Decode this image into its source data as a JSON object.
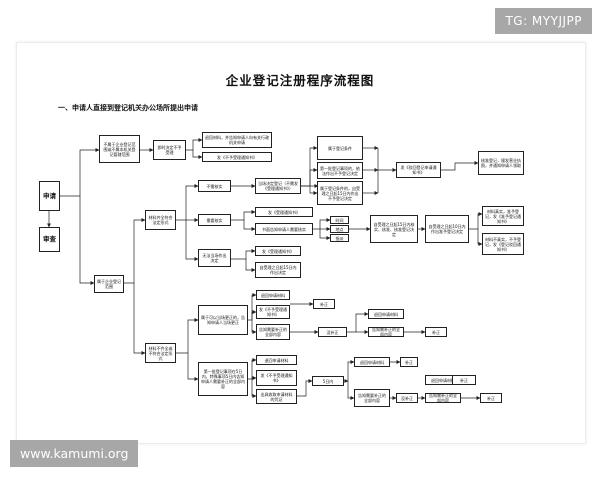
{
  "title": "企业登记注册程序流程图",
  "section_heading": "一、申请人直接到登记机关办公场所提出申请",
  "watermarks": {
    "top_right": "TG: MYYJJPP",
    "bottom_left": "www.kamumi.org"
  },
  "colors": {
    "line": "#222222",
    "watermark_bg": "#a7a7a7",
    "watermark_text": "#ffffff"
  },
  "nodes": {
    "apply": "申请",
    "review": "审查",
    "not_in_scope": "不属于企业登记范围或不属本机关登记管辖范围",
    "no_accept_decision": "即时决定不予受理",
    "return_and_notify": "退回材料，并告知申请人向有关行政机关申请",
    "issue_no_accept": "发《不予受理通知书》",
    "in_scope": "属于企业登记范围",
    "complete_docs": "材料齐全符合法定形式",
    "no_verify": "不需核实",
    "on_spot_decision": "当场决定登记（不需发《受理通知书》）",
    "need_verify": "需要核实",
    "issue_accept": "发《受理通知书》",
    "notify_verify": "书面告知申请人需要核实",
    "verify_time": "时间",
    "verify_place": "地点",
    "verify_person": "指派",
    "approve_after_15": "自受理之日起15日内核实、核准、核准登记决定",
    "cannot_on_spot": "无法当场作出决定",
    "issue_accept_2": "发《受理通知书》",
    "decide_15": "自受理之日起15日内作出决定",
    "meets_conditions": "属于登记条件",
    "not_meets_conditions": "第一批登记事项的，依法作出不予登记决定",
    "not_registered": "属于登记条件的，自受理之日起15日内作出不予登记决定",
    "issue_denial": "发《驳回登记申请通知书》",
    "within_10": "自受理之日起10日内作出准予登记决定",
    "issue_license": "发营业执照",
    "license_right": "核准登记，颁发营业执照，并通知申请人领取",
    "review_appeal": "材料真实，准予登记，发《准予登记通知书》",
    "denial_right": "材料不真实，不予登记，发《登记驳回通知书》",
    "incomplete_docs": "材料不齐全或不符合法定形式",
    "correctable": "属于可以当场更正的，告知申请人当场更正",
    "return_docs": "退回申请材料",
    "issue_no_accept_2": "发《不予受理通知书》",
    "supplement": "补正",
    "fix_docs": "告知需要补正的全部内容",
    "not_fixed": "没补正",
    "return_docs_2": "退回申请材料",
    "supplement_2": "补正",
    "supplement_content": "告知需补正的全部内容",
    "supplement_3": "补正",
    "return_after_5": "第一批登记事项在5日内，特殊事项5日内告知申请人需要补正的全部内容",
    "return_materials_a": "退回申请材料",
    "issue_no_accept_3": "发《不予受理通知书》",
    "issue_supplement": "出具收取申请材料的凭证",
    "within_5": "5日内",
    "return_materials_b": "退回申请材料",
    "supplement_all": "告知需要补正的全部内容",
    "not_fixed_2": "没补正",
    "return_materials_c": "退回申请材料",
    "supplement_tail": "补正",
    "supplement_content_2": "告知需补正的全部内容",
    "supplement_end": "补正"
  }
}
